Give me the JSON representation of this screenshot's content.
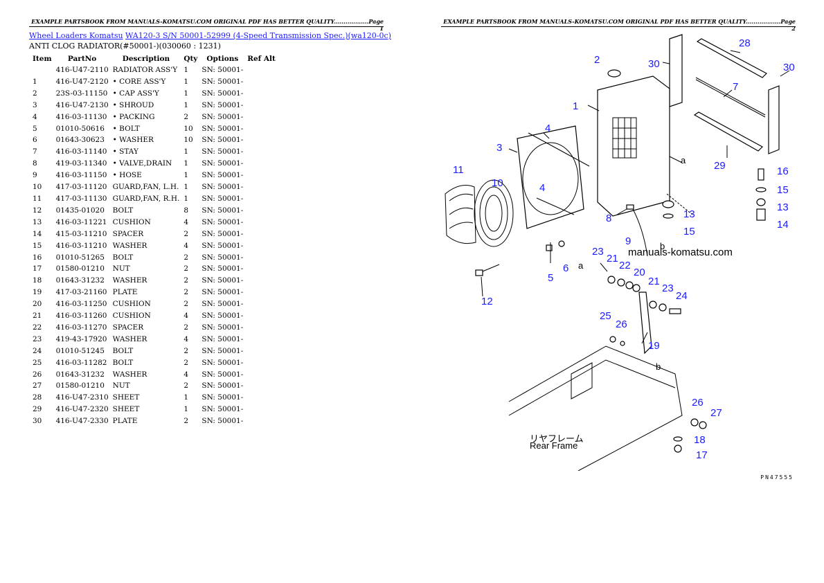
{
  "header_left": "EXAMPLE PARTSBOOK FROM MANUALS-KOMATSU.COM ORIGINAL PDF HAS BETTER QUALITY..................Page 1",
  "header_right": "EXAMPLE PARTSBOOK FROM MANUALS-KOMATSU.COM ORIGINAL PDF HAS BETTER QUALITY..................Page 2",
  "breadcrumb": {
    "link1": "Wheel Loaders Komatsu",
    "link2": "WA120-3 S/N 50001-52999 (4-Speed Transmission Spec.)(wa120-0c)"
  },
  "subtitle": "ANTI CLOG RADIATOR(#50001-)(030060 : 1231)",
  "columns": [
    "Item",
    "PartNo",
    "Description",
    "Qty",
    "Options",
    "Ref Alt"
  ],
  "rows": [
    {
      "item": "",
      "partno": "416-U47-2110",
      "desc": "RADIATOR ASS'Y",
      "qty": "1",
      "options": "SN: 50001-",
      "ref": ""
    },
    {
      "item": "1",
      "partno": "416-U47-2120",
      "desc": "• CORE ASS'Y",
      "qty": "1",
      "options": "SN: 50001-",
      "ref": ""
    },
    {
      "item": "2",
      "partno": "23S-03-11150",
      "desc": "• CAP ASS'Y",
      "qty": "1",
      "options": "SN: 50001-",
      "ref": ""
    },
    {
      "item": "3",
      "partno": "416-U47-2130",
      "desc": "• SHROUD",
      "qty": "1",
      "options": "SN: 50001-",
      "ref": ""
    },
    {
      "item": "4",
      "partno": "416-03-11130",
      "desc": "• PACKING",
      "qty": "2",
      "options": "SN: 50001-",
      "ref": ""
    },
    {
      "item": "5",
      "partno": "01010-50616",
      "desc": "• BOLT",
      "qty": "10",
      "options": "SN: 50001-",
      "ref": ""
    },
    {
      "item": "6",
      "partno": "01643-30623",
      "desc": "• WASHER",
      "qty": "10",
      "options": "SN: 50001-",
      "ref": ""
    },
    {
      "item": "7",
      "partno": "416-03-11140",
      "desc": "• STAY",
      "qty": "1",
      "options": "SN: 50001-",
      "ref": ""
    },
    {
      "item": "8",
      "partno": "419-03-11340",
      "desc": "• VALVE,DRAIN",
      "qty": "1",
      "options": "SN: 50001-",
      "ref": ""
    },
    {
      "item": "9",
      "partno": "416-03-11150",
      "desc": "• HOSE",
      "qty": "1",
      "options": "SN: 50001-",
      "ref": ""
    },
    {
      "item": "10",
      "partno": "417-03-11120",
      "desc": "GUARD,FAN, L.H.",
      "qty": "1",
      "options": "SN: 50001-",
      "ref": ""
    },
    {
      "item": "11",
      "partno": "417-03-11130",
      "desc": "GUARD,FAN, R.H.",
      "qty": "1",
      "options": "SN: 50001-",
      "ref": ""
    },
    {
      "item": "12",
      "partno": "01435-01020",
      "desc": "BOLT",
      "qty": "8",
      "options": "SN: 50001-",
      "ref": ""
    },
    {
      "item": "13",
      "partno": "416-03-11221",
      "desc": "CUSHION",
      "qty": "4",
      "options": "SN: 50001-",
      "ref": ""
    },
    {
      "item": "14",
      "partno": "415-03-11210",
      "desc": "SPACER",
      "qty": "2",
      "options": "SN: 50001-",
      "ref": ""
    },
    {
      "item": "15",
      "partno": "416-03-11210",
      "desc": "WASHER",
      "qty": "4",
      "options": "SN: 50001-",
      "ref": ""
    },
    {
      "item": "16",
      "partno": "01010-51265",
      "desc": "BOLT",
      "qty": "2",
      "options": "SN: 50001-",
      "ref": ""
    },
    {
      "item": "17",
      "partno": "01580-01210",
      "desc": "NUT",
      "qty": "2",
      "options": "SN: 50001-",
      "ref": ""
    },
    {
      "item": "18",
      "partno": "01643-31232",
      "desc": "WASHER",
      "qty": "2",
      "options": "SN: 50001-",
      "ref": ""
    },
    {
      "item": "19",
      "partno": "417-03-21160",
      "desc": "PLATE",
      "qty": "2",
      "options": "SN: 50001-",
      "ref": ""
    },
    {
      "item": "20",
      "partno": "416-03-11250",
      "desc": "CUSHION",
      "qty": "2",
      "options": "SN: 50001-",
      "ref": ""
    },
    {
      "item": "21",
      "partno": "416-03-11260",
      "desc": "CUSHION",
      "qty": "4",
      "options": "SN: 50001-",
      "ref": ""
    },
    {
      "item": "22",
      "partno": "416-03-11270",
      "desc": "SPACER",
      "qty": "2",
      "options": "SN: 50001-",
      "ref": ""
    },
    {
      "item": "23",
      "partno": "419-43-17920",
      "desc": "WASHER",
      "qty": "4",
      "options": "SN: 50001-",
      "ref": ""
    },
    {
      "item": "24",
      "partno": "01010-51245",
      "desc": "BOLT",
      "qty": "2",
      "options": "SN: 50001-",
      "ref": ""
    },
    {
      "item": "25",
      "partno": "416-03-11282",
      "desc": "BOLT",
      "qty": "2",
      "options": "SN: 50001-",
      "ref": ""
    },
    {
      "item": "26",
      "partno": "01643-31232",
      "desc": "WASHER",
      "qty": "4",
      "options": "SN: 50001-",
      "ref": ""
    },
    {
      "item": "27",
      "partno": "01580-01210",
      "desc": "NUT",
      "qty": "2",
      "options": "SN: 50001-",
      "ref": ""
    },
    {
      "item": "28",
      "partno": "416-U47-2310",
      "desc": "SHEET",
      "qty": "1",
      "options": "SN: 50001-",
      "ref": ""
    },
    {
      "item": "29",
      "partno": "416-U47-2320",
      "desc": "SHEET",
      "qty": "1",
      "options": "SN: 50001-",
      "ref": ""
    },
    {
      "item": "30",
      "partno": "416-U47-2330",
      "desc": "PLATE",
      "qty": "2",
      "options": "SN: 50001-",
      "ref": ""
    }
  ],
  "diagram": {
    "watermark": "manuals-komatsu.com",
    "rear_frame_jp": "リヤフレーム",
    "rear_frame_en": "Rear Frame",
    "marker_a": "a",
    "marker_b": "b",
    "code": "PN47555",
    "callouts": [
      "1",
      "2",
      "3",
      "4",
      "4",
      "5",
      "6",
      "7",
      "8",
      "9",
      "10",
      "11",
      "12",
      "13",
      "13",
      "14",
      "15",
      "15",
      "16",
      "17",
      "18",
      "19",
      "20",
      "21",
      "21",
      "22",
      "23",
      "23",
      "24",
      "25",
      "26",
      "26",
      "27",
      "28",
      "29",
      "30",
      "30"
    ]
  }
}
